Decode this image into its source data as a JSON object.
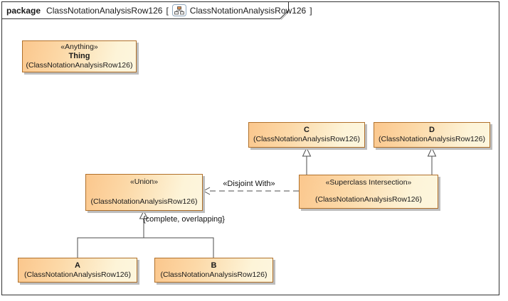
{
  "header": {
    "keyword": "package",
    "package_name": "ClassNotationAnalysisRow126",
    "bracket_open": "[",
    "diagram_name": "ClassNotationAnalysisRow126",
    "bracket_close": "]",
    "diagram_icon": "class-diagram-icon"
  },
  "nodes": {
    "thing": {
      "stereotype": "«Anything»",
      "name": "Thing",
      "parenthetical": "(ClassNotationAnalysisRow126)"
    },
    "c": {
      "name": "C",
      "parenthetical": "(ClassNotationAnalysisRow126)"
    },
    "d": {
      "name": "D",
      "parenthetical": "(ClassNotationAnalysisRow126)"
    },
    "union": {
      "stereotype": "«Union»",
      "parenthetical": "(ClassNotationAnalysisRow126)"
    },
    "superclass_intersection": {
      "stereotype": "«Superclass Intersection»",
      "parenthetical": "(ClassNotationAnalysisRow126)"
    },
    "a": {
      "name": "A",
      "parenthetical": "(ClassNotationAnalysisRow126)"
    },
    "b": {
      "name": "B",
      "parenthetical": "(ClassNotationAnalysisRow126)"
    }
  },
  "edge_labels": {
    "disjoint_with": "«Disjoint With»",
    "generalization_set": "{complete, overlapping}"
  },
  "colors": {
    "node_fill_dark": "#fbc78d",
    "node_fill_light": "#fdf6de",
    "node_border": "#b0702a",
    "node_shadow": "#bdbdbd",
    "edge_stroke": "#4d4d4d",
    "frame_border": "#333333"
  }
}
